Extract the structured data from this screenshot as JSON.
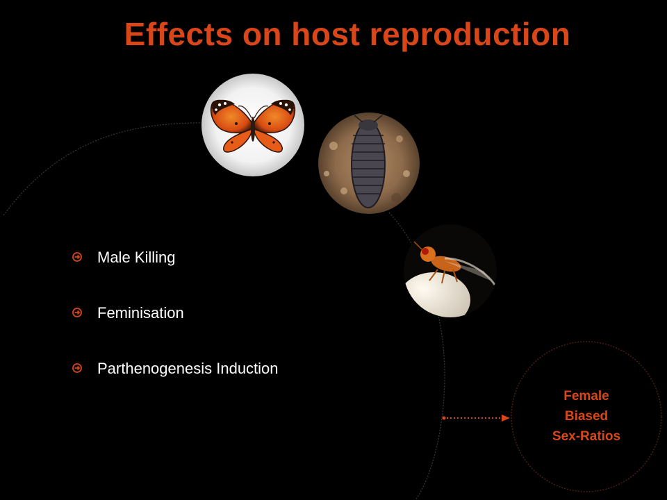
{
  "slide": {
    "title": "Effects on host reproduction",
    "bullets": [
      {
        "label": "Male Killing"
      },
      {
        "label": "Feminisation"
      },
      {
        "label": "Parthenogenesis Induction"
      }
    ],
    "effect_label_lines": [
      "Female",
      "Biased",
      "Sex-Ratios"
    ],
    "images": [
      {
        "icon": "butterfly-icon"
      },
      {
        "icon": "woodlouse-icon"
      },
      {
        "icon": "wasp-on-egg-icon"
      }
    ]
  },
  "colors": {
    "background": "#000000",
    "accent": "#d8461a",
    "text": "#ffffff",
    "arc": "#3a3a3a"
  }
}
